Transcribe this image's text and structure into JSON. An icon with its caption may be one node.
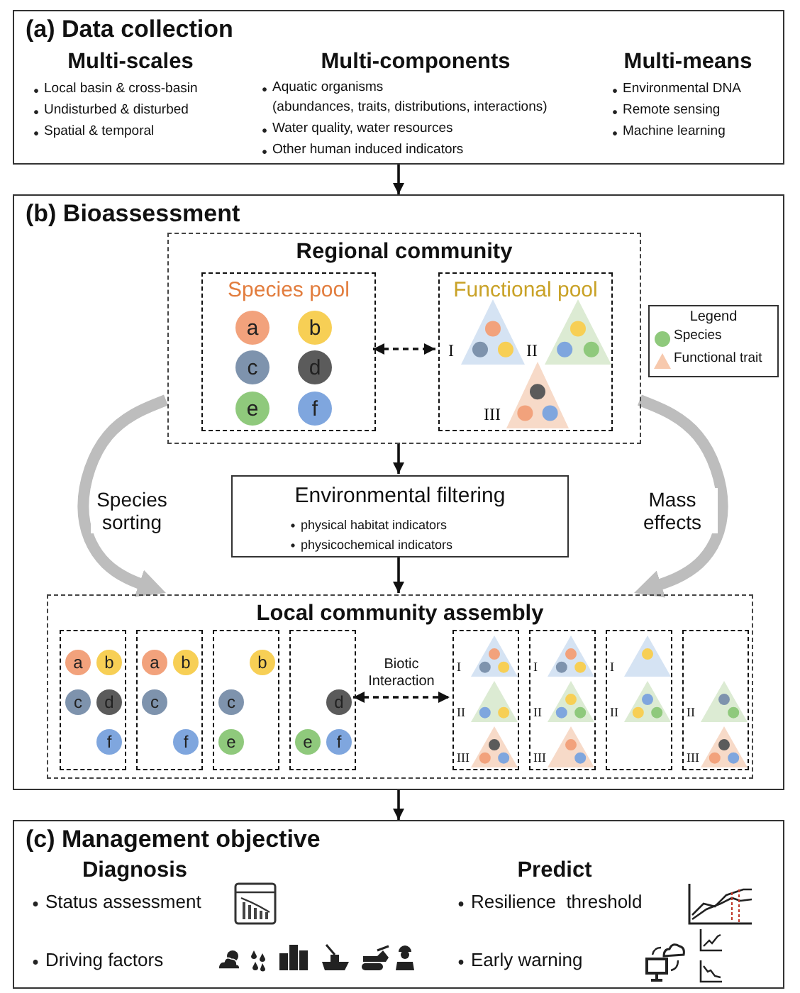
{
  "diagram": {
    "nodes": [
      {
        "text": [
          "(a) Data collection",
          "Multi-scales",
          "Local basin & cross-basin",
          "Undisturbed & disturbed",
          "Spatial & temporal",
          "Multi-components",
          "Aquatic organisms",
          "(abundances, traits, distributions, interactions)",
          "Water quality, water resources",
          "Other human induced indicators",
          "Multi-means",
          "Environmental DNA",
          "Remote sensing",
          "Machine learning"
        ]
      },
      {
        "text": [
          "(b) Bioassessment"
        ]
      },
      {
        "text": [
          "Regional community"
        ],
        "in": 1
      },
      {
        "text": [
          "Species pool"
        ],
        "in": 2
      },
      {
        "text": [
          "a"
        ],
        "in": 3
      },
      {
        "text": [
          "b"
        ],
        "in": 3
      },
      {
        "text": [
          "c"
        ],
        "in": 3
      },
      {
        "text": [
          "d"
        ],
        "in": 3
      },
      {
        "text": [
          "e"
        ],
        "in": 3
      },
      {
        "text": [
          "f"
        ],
        "in": 3
      },
      {
        "text": [
          "Functional pool"
        ],
        "in": 2
      },
      {
        "text": [],
        "shape": "triangle",
        "beside": [
          "I"
        ],
        "in": 10
      },
      {
        "text": [],
        "shape": "triangle",
        "beside": [
          "II"
        ],
        "in": 10
      },
      {
        "text": [],
        "shape": "triangle",
        "beside": [
          "III"
        ],
        "in": 10
      },
      {
        "text": [
          "Environmental filtering",
          "physical habitat indicators",
          "physicochemical indicators"
        ],
        "in": 1
      },
      {
        "text": [
          "Local community assembly"
        ],
        "in": 1
      },
      {
        "text": [],
        "shape": "box",
        "in": 15
      },
      {
        "text": [
          "a"
        ],
        "in": 16
      },
      {
        "text": [
          "b"
        ],
        "in": 16
      },
      {
        "text": [
          "c"
        ],
        "in": 16
      },
      {
        "text": [
          "d"
        ],
        "in": 16
      },
      {
        "text": [
          "f"
        ],
        "in": 16
      },
      {
        "text": [],
        "shape": "box",
        "in": 15
      },
      {
        "text": [
          "a"
        ],
        "in": 22
      },
      {
        "text": [
          "b"
        ],
        "in": 22
      },
      {
        "text": [
          "c"
        ],
        "in": 22
      },
      {
        "text": [
          "f"
        ],
        "in": 22
      },
      {
        "text": [],
        "shape": "box",
        "in": 15
      },
      {
        "text": [
          "b"
        ],
        "in": 27
      },
      {
        "text": [
          "c"
        ],
        "in": 27
      },
      {
        "text": [
          "e"
        ],
        "in": 27
      },
      {
        "text": [],
        "shape": "box",
        "in": 15
      },
      {
        "text": [
          "d"
        ],
        "in": 31
      },
      {
        "text": [
          "e"
        ],
        "in": 31
      },
      {
        "text": [
          "f"
        ],
        "in": 31
      },
      {
        "text": [],
        "shape": "box",
        "in": 15
      },
      {
        "text": [],
        "shape": "triangle",
        "beside": [
          "I"
        ],
        "in": 35
      },
      {
        "text": [],
        "shape": "triangle",
        "beside": [
          "II"
        ],
        "in": 35
      },
      {
        "text": [],
        "shape": "triangle",
        "beside": [
          "III"
        ],
        "in": 35
      },
      {
        "text": [],
        "shape": "box",
        "in": 15
      },
      {
        "text": [],
        "shape": "triangle",
        "beside": [
          "I"
        ],
        "in": 39
      },
      {
        "text": [],
        "shape": "triangle",
        "beside": [
          "II"
        ],
        "in": 39
      },
      {
        "text": [],
        "shape": "triangle",
        "beside": [
          "III"
        ],
        "in": 39
      },
      {
        "text": [],
        "shape": "box",
        "in": 15
      },
      {
        "text": [],
        "shape": "triangle",
        "beside": [
          "I"
        ],
        "in": 43
      },
      {
        "text": [],
        "shape": "triangle",
        "beside": [
          "II"
        ],
        "in": 43
      },
      {
        "text": [],
        "shape": "box",
        "in": 15
      },
      {
        "text": [],
        "shape": "triangle",
        "beside": [
          "II"
        ],
        "in": 46
      },
      {
        "text": [],
        "shape": "triangle",
        "beside": [
          "III"
        ],
        "in": 46
      },
      {
        "text": [
          "(c) Management objective",
          "Diagnosis",
          "Status assessment",
          "Driving factors",
          "Predict",
          "Resilience  threshold",
          "Early warning"
        ]
      }
    ],
    "edges": [
      {
        "from": 0,
        "to": 1,
        "arrow": "to"
      },
      {
        "from": 3,
        "to": 10,
        "arrow": "both",
        "style": "dashed"
      },
      {
        "from": 2,
        "to": 14,
        "arrow": "to"
      },
      {
        "from": 14,
        "to": 15,
        "arrow": "to"
      },
      {
        "from": 2,
        "to": 15,
        "arrow": "to",
        "label": "Species sorting",
        "style": "thick",
        "color": "#bdbdbd"
      },
      {
        "from": 2,
        "to": 15,
        "arrow": "to",
        "label": "Mass effects",
        "style": "thick",
        "color": "#bdbdbd"
      },
      {
        "from": 31,
        "to": 35,
        "arrow": "both",
        "style": "dashed",
        "label": "Biotic Interaction"
      },
      {
        "from": 1,
        "to": 49,
        "arrow": "to"
      }
    ],
    "labels": [
      "Legend"
    ],
    "legend": [
      {
        "text": "Species"
      },
      {
        "text": "Functional trait"
      }
    ]
  }
}
